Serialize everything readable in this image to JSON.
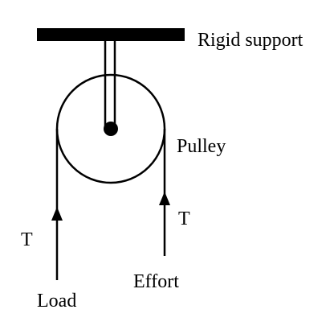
{
  "labels": {
    "support": "Rigid support",
    "pulley": "Pulley",
    "tension_left": "T",
    "tension_right": "T",
    "load": "Load",
    "effort": "Effort"
  },
  "colors": {
    "ink": "#000000",
    "background": "#ffffff"
  }
}
